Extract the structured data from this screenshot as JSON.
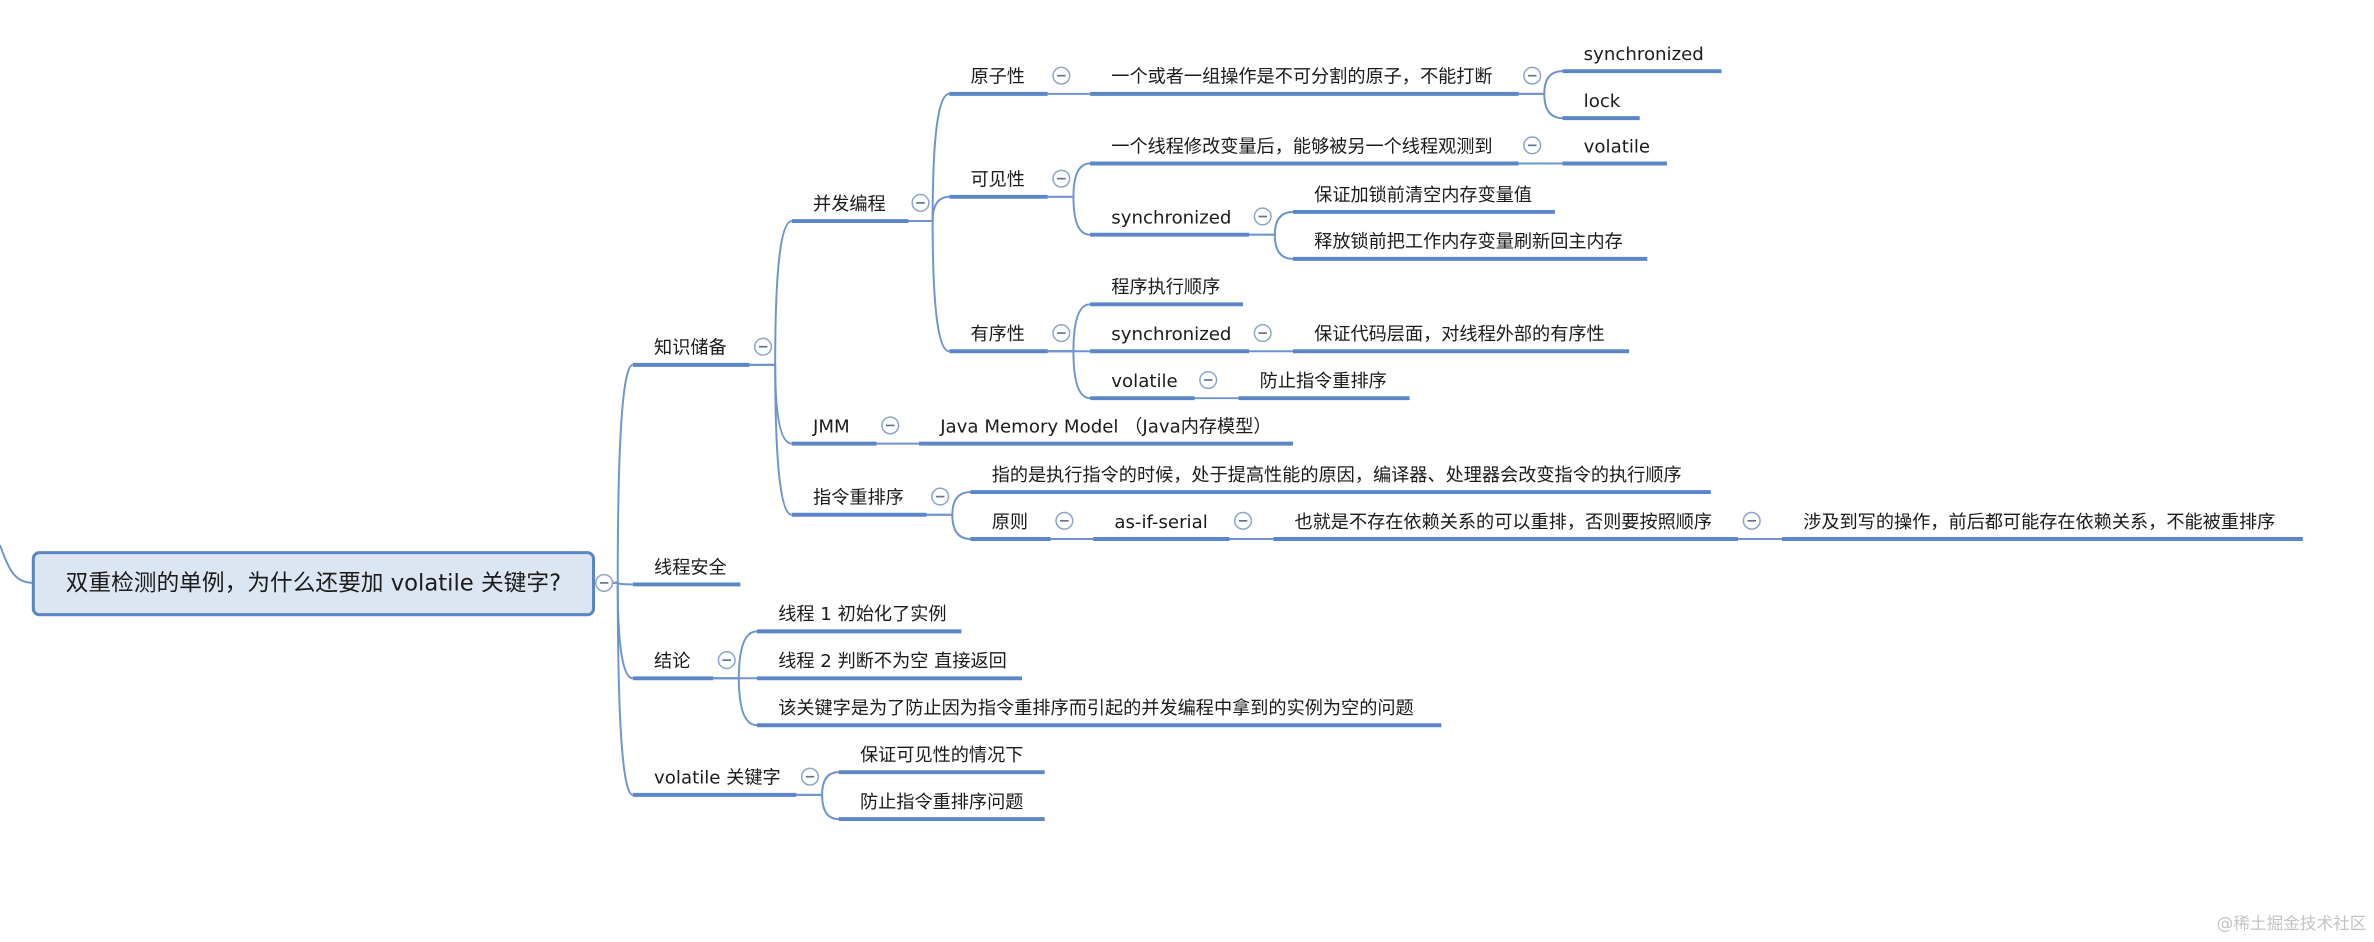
{
  "colors": {
    "branch": "#5b87c8",
    "connector": "#6f95cf",
    "root_fill": "#dce5f2",
    "root_border": "#5a86c5",
    "text": "#1b1b1b",
    "watermark": "#c4c4c4"
  },
  "root": {
    "label": "双重检测的单例，为什么还要加 volatile 关键字?"
  },
  "knowledge": {
    "label": "知识储备",
    "concurrency": {
      "label": "并发编程",
      "atomicity": {
        "label": "原子性",
        "definition": {
          "label": "一个或者一组操作是不可分割的原子，不能打断",
          "examples": [
            "synchronized",
            "lock"
          ]
        }
      },
      "visibility": {
        "label": "可见性",
        "definition": {
          "label": "一个线程修改变量后，能够被另一个线程观测到",
          "examples": [
            "volatile"
          ]
        },
        "synchronized": {
          "label": "synchronized",
          "points": [
            "保证加锁前清空内存变量值",
            "释放锁前把工作内存变量刷新回主内存"
          ]
        }
      },
      "ordering": {
        "label": "有序性",
        "program_order": "程序执行顺序",
        "synchronized": {
          "label": "synchronized",
          "points": [
            "保证代码层面，对线程外部的有序性"
          ]
        },
        "volatile": {
          "label": "volatile",
          "points": [
            "防止指令重排序"
          ]
        }
      }
    },
    "jmm": {
      "label": "JMM",
      "full_name": "Java Memory Model （Java内存模型）"
    },
    "reordering": {
      "label": "指令重排序",
      "definition": "指的是执行指令的时候，处于提高性能的原因，编译器、处理器会改变指令的执行顺序",
      "principle": {
        "label": "原则",
        "name": "as-if-serial",
        "rule": "也就是不存在依赖关系的可以重排，否则要按照顺序",
        "detail": "涉及到写的操作，前后都可能存在依赖关系，不能被重排序"
      }
    }
  },
  "thread_safety": {
    "label": "线程安全"
  },
  "conclusion": {
    "label": "结论",
    "points": [
      "线程 1 初始化了实例",
      "线程 2 判断不为空 直接返回",
      "该关键字是为了防止因为指令重排序而引起的并发编程中拿到的实例为空的问题"
    ]
  },
  "volatile_keyword": {
    "label": "volatile 关键字",
    "points": [
      "保证可见性的情况下",
      "防止指令重排序问题"
    ]
  },
  "watermark": "@稀土掘金技术社区"
}
